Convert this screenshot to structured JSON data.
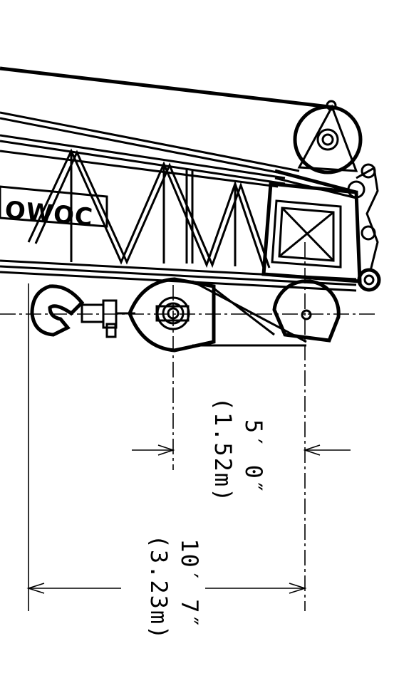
{
  "boom": {
    "logo_text": "OWOC"
  },
  "dimensions": {
    "block_to_tip": {
      "imperial": "5′ 0″",
      "metric": "(1.52m)"
    },
    "hook_to_tip": {
      "imperial": "10′ 7″",
      "metric": "(3.23m)"
    }
  }
}
